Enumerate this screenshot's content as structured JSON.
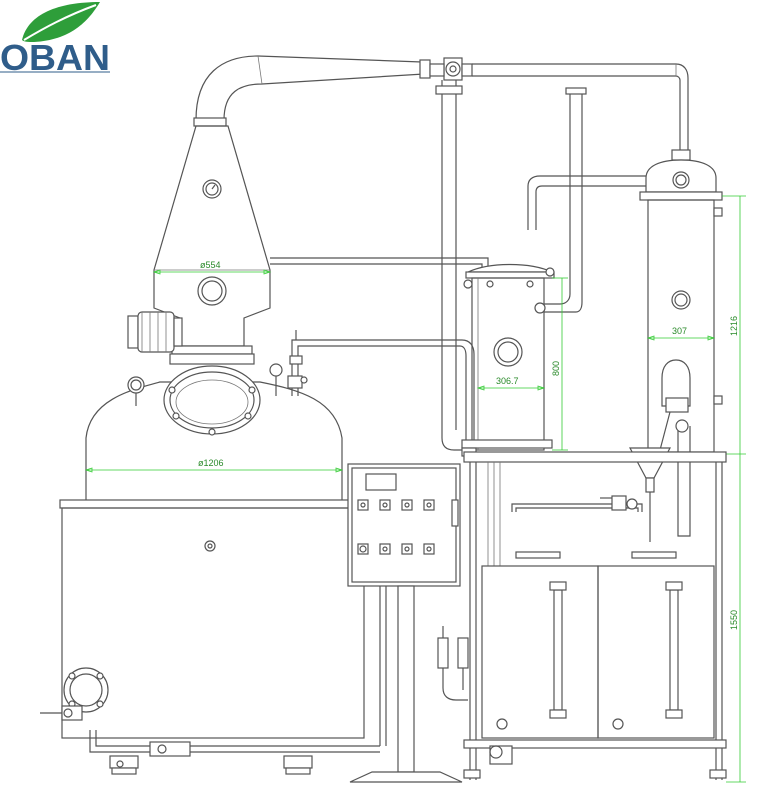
{
  "logo": {
    "text": "OBAN",
    "leaf_color": "#2e9e3a",
    "text_color": "#2f5d8a"
  },
  "dimensions": {
    "column_diameter": "ø554",
    "pot_diameter": "ø1206",
    "filter_width": "306.7",
    "filter_height": "800",
    "condenser_width": "307",
    "condenser_height": "1216",
    "frame_height": "1550"
  },
  "colors": {
    "line": "#555555",
    "dimension": "#33cc33",
    "dimension_text": "#2a8a2a"
  }
}
